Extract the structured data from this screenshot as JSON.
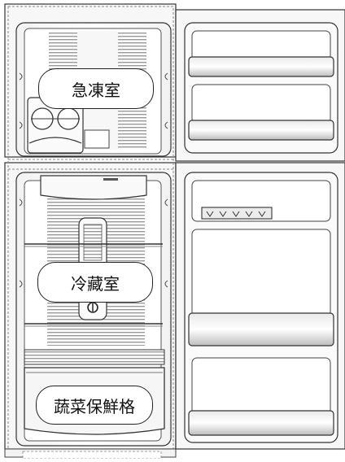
{
  "labels": {
    "freezer": "急凍室",
    "fridge": "冷藏室",
    "crisper": "蔬菜保鮮格"
  },
  "colors": {
    "outline": "#2a2a2a",
    "panel": "#f4f4f4",
    "shelf_gray": "#cfcfcf",
    "dashed": "#8a8a8a"
  }
}
